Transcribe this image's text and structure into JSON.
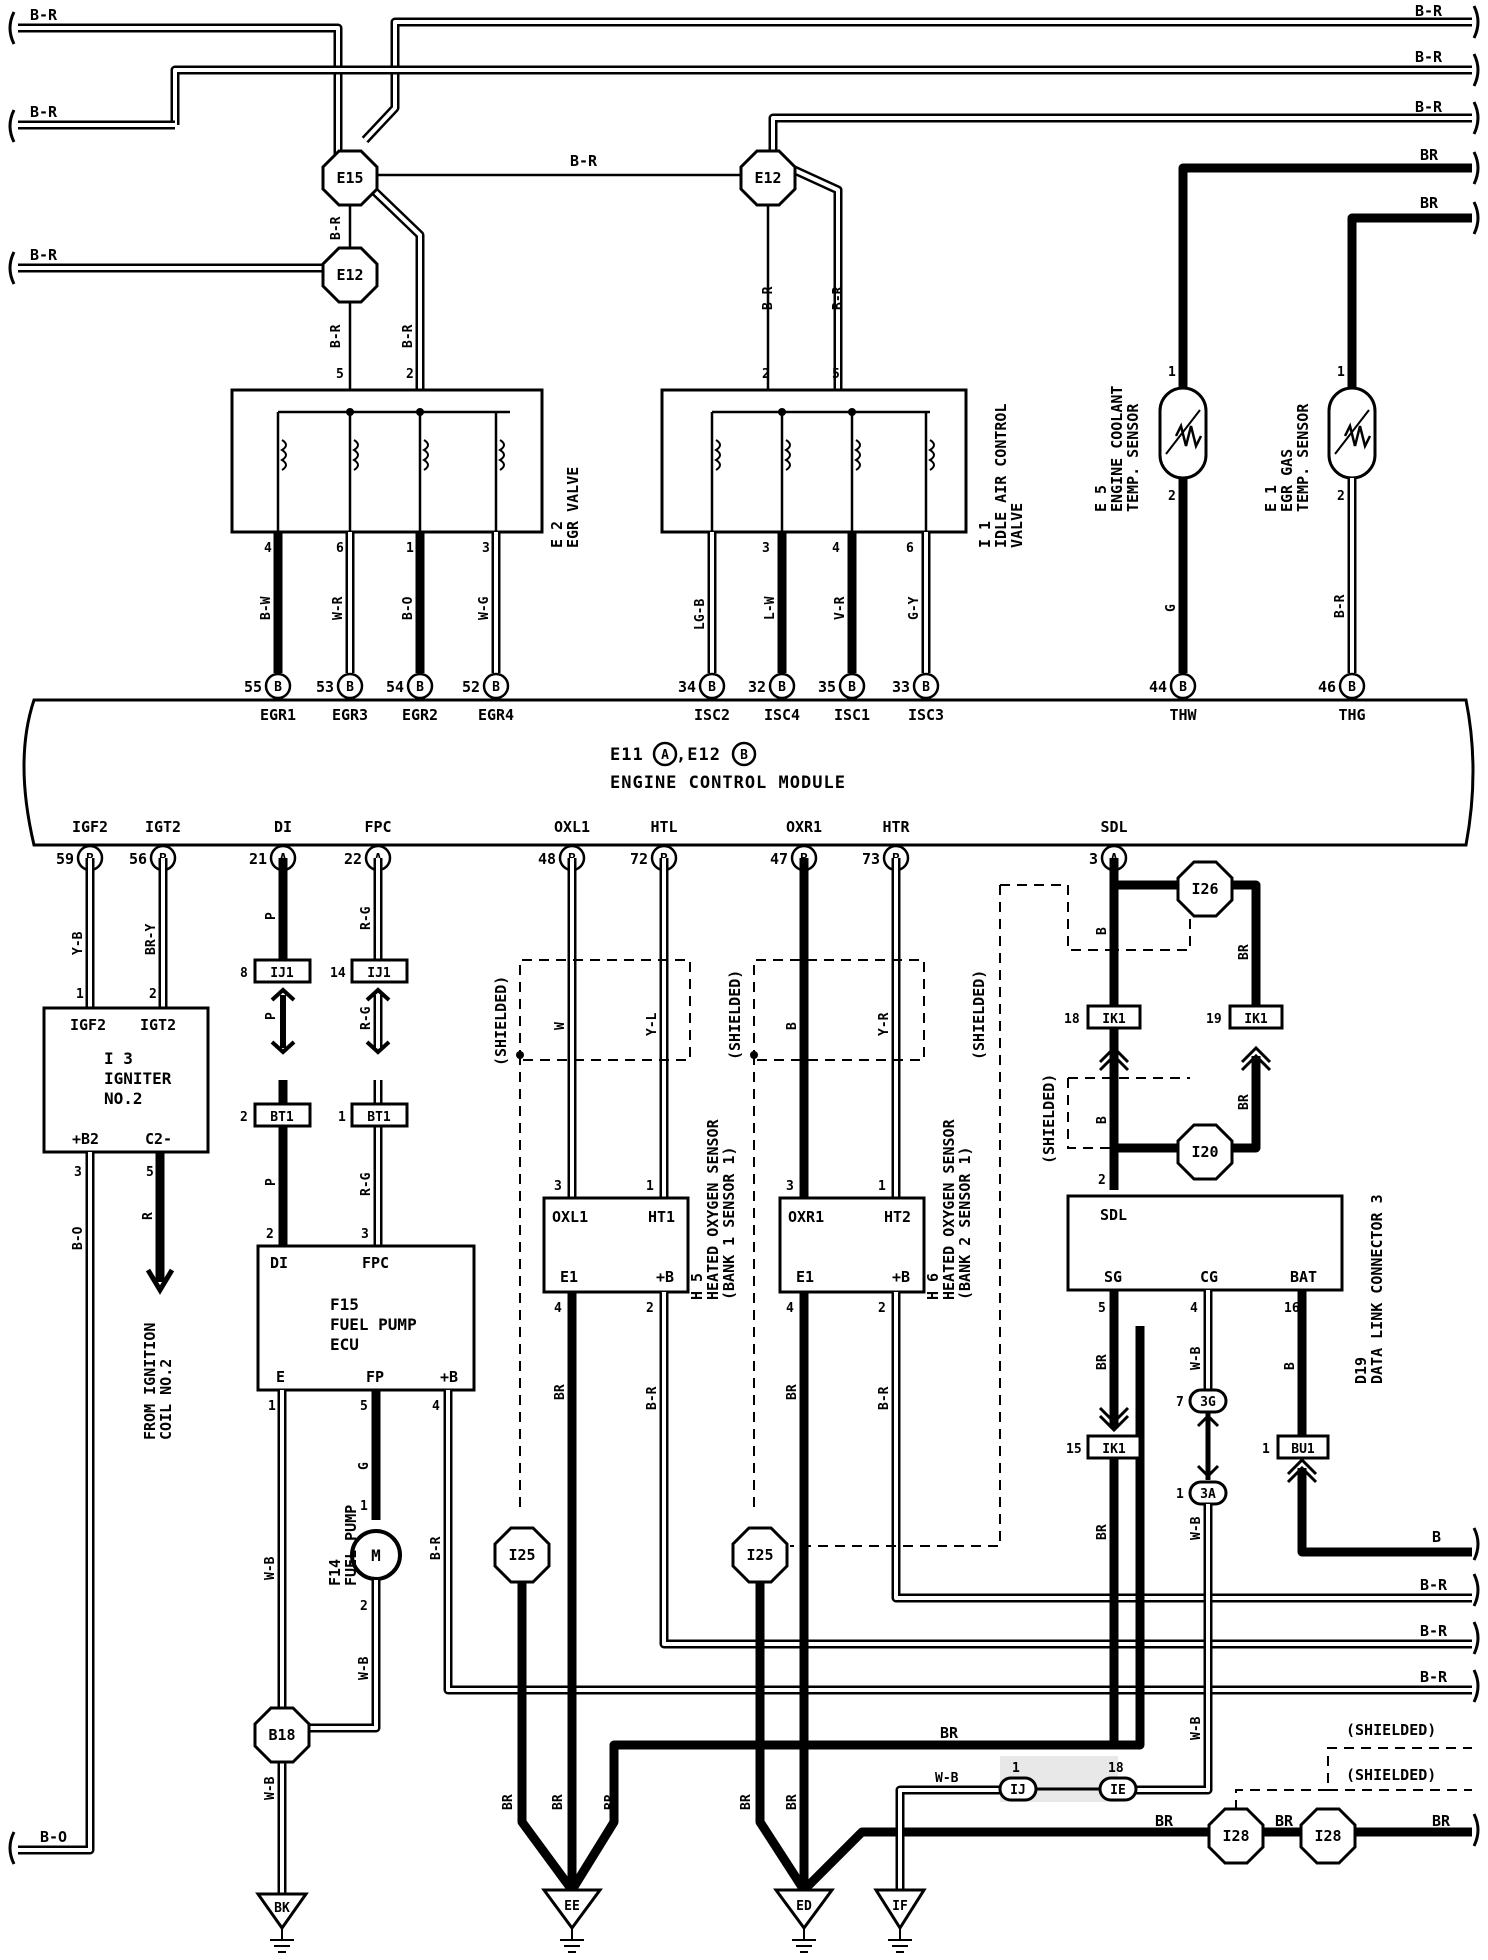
{
  "wire_colors": {
    "b_r": "B-R",
    "br": "BR",
    "b": "B",
    "b_o": "B-O",
    "b_w": "B-W",
    "w_r": "W-R",
    "w_g": "W-G",
    "lg_b": "LG-B",
    "l_w": "L-W",
    "v_r": "V-R",
    "g_y": "G-Y",
    "g": "G",
    "y_b": "Y-B",
    "br_y": "BR-Y",
    "r": "R",
    "p": "P",
    "r_g": "R-G",
    "w": "W",
    "y_l": "Y-L",
    "y_r": "Y-R",
    "w_b": "W-B"
  },
  "shielded": "(SHIELDED)",
  "splices": {
    "e15": "E15",
    "e12": "E12",
    "i26": "I26",
    "i20": "I20",
    "i25": "I25",
    "i28": "I28",
    "b18": "B18"
  },
  "grounds": {
    "bk": "BK",
    "ee": "EE",
    "ed": "ED",
    "if": "IF"
  },
  "ecm": {
    "line1_a": "E11",
    "line1_sep": ",E12",
    "conn_a": "A",
    "conn_b": "B",
    "line2": "ENGINE CONTROL MODULE",
    "top_terminals": [
      {
        "pin": "55",
        "conn": "B",
        "name": "EGR1"
      },
      {
        "pin": "53",
        "conn": "B",
        "name": "EGR3"
      },
      {
        "pin": "54",
        "conn": "B",
        "name": "EGR2"
      },
      {
        "pin": "52",
        "conn": "B",
        "name": "EGR4"
      },
      {
        "pin": "34",
        "conn": "B",
        "name": "ISC2"
      },
      {
        "pin": "32",
        "conn": "B",
        "name": "ISC4"
      },
      {
        "pin": "35",
        "conn": "B",
        "name": "ISC1"
      },
      {
        "pin": "33",
        "conn": "B",
        "name": "ISC3"
      },
      {
        "pin": "44",
        "conn": "B",
        "name": "THW"
      },
      {
        "pin": "46",
        "conn": "B",
        "name": "THG"
      }
    ],
    "bottom_terminals": [
      {
        "pin": "59",
        "conn": "B",
        "name": "IGF2"
      },
      {
        "pin": "56",
        "conn": "B",
        "name": "IGT2"
      },
      {
        "pin": "21",
        "conn": "A",
        "name": "DI"
      },
      {
        "pin": "22",
        "conn": "A",
        "name": "FPC"
      },
      {
        "pin": "48",
        "conn": "B",
        "name": "OXL1"
      },
      {
        "pin": "72",
        "conn": "B",
        "name": "HTL"
      },
      {
        "pin": "47",
        "conn": "B",
        "name": "OXR1"
      },
      {
        "pin": "73",
        "conn": "B",
        "name": "HTR"
      },
      {
        "pin": "3",
        "conn": "A",
        "name": "SDL"
      }
    ]
  },
  "components": {
    "egr_valve": {
      "id": "E 2",
      "name": "EGR VALVE",
      "pins_top": [
        "5",
        "2"
      ],
      "pins_bottom": [
        "4",
        "6",
        "1",
        "3"
      ]
    },
    "iac_valve": {
      "id": "I 1",
      "name": "IDLE AIR CONTROL",
      "name2": "VALVE",
      "pins_top": [
        "2",
        "5"
      ],
      "pins_bottom": [
        "3",
        "4",
        "6"
      ]
    },
    "coolant_sensor": {
      "id": "E 5",
      "name": "ENGINE COOLANT",
      "name2": "TEMP. SENSOR",
      "pin1": "1",
      "pin2": "2"
    },
    "egr_gas_sensor": {
      "id": "E 1",
      "name": "EGR GAS",
      "name2": "TEMP. SENSOR",
      "pin1": "1",
      "pin2": "2"
    },
    "igniter": {
      "id": "I 3",
      "name": "IGNITER",
      "name2": "NO.2",
      "t1": "IGF2",
      "t2": "IGT2",
      "t3": "+B2",
      "t4": "C2-",
      "pin1": "1",
      "pin2": "2",
      "pin3": "3",
      "pin5": "5"
    },
    "from_coil": {
      "l1": "FROM IGNITION",
      "l2": "COIL NO.2"
    },
    "fuel_pump_ecu": {
      "id": "F15",
      "name": "FUEL PUMP",
      "name2": "ECU",
      "t_di": "DI",
      "t_fpc": "FPC",
      "t_e": "E",
      "t_fp": "FP",
      "t_b": "+B",
      "pin2": "2",
      "pin3": "3",
      "pin1": "1",
      "pin5": "5",
      "pin4": "4"
    },
    "fuel_pump": {
      "id": "F14",
      "name": "FUEL PUMP",
      "motor": "M",
      "pin1": "1",
      "pin2": "2"
    },
    "o2_bank1": {
      "id": "H 5",
      "name": "HEATED OXYGEN SENSOR",
      "name2": "(BANK 1 SENSOR 1)",
      "t1": "OXL1",
      "t2": "HT1",
      "t3": "E1",
      "t4": "+B",
      "p3": "3",
      "p1": "1",
      "p4": "4",
      "p2": "2"
    },
    "o2_bank2": {
      "id": "H 6",
      "name": "HEATED OXYGEN SENSOR",
      "name2": "(BANK 2 SENSOR 1)",
      "t1": "OXR1",
      "t2": "HT2",
      "t3": "E1",
      "t4": "+B",
      "p3": "3",
      "p1": "1",
      "p4": "4",
      "p2": "2"
    },
    "dlc3": {
      "id": "D19",
      "name": "DATA LINK CONNECTOR 3",
      "t_sdl": "SDL",
      "t_sg": "SG",
      "t_cg": "CG",
      "t_bat": "BAT",
      "p2": "2",
      "p5": "5",
      "p4": "4",
      "p16": "16"
    }
  },
  "connectors": {
    "ij1_a": {
      "name": "IJ1",
      "pin": "8"
    },
    "ij1_b": {
      "name": "IJ1",
      "pin": "14"
    },
    "bt1_a": {
      "name": "BT1",
      "pin": "2"
    },
    "bt1_b": {
      "name": "BT1",
      "pin": "1"
    },
    "ik1_a": {
      "name": "IK1",
      "pin": "18"
    },
    "ik1_b": {
      "name": "IK1",
      "pin": "19"
    },
    "ik1_c": {
      "name": "IK1",
      "pin": "15"
    },
    "c3g": {
      "name": "3G",
      "pin": "7"
    },
    "c3a": {
      "name": "3A",
      "pin": "1"
    },
    "bu1": {
      "name": "BU1",
      "pin": "1"
    },
    "ij": {
      "name": "IJ",
      "pin": "1"
    },
    "ie": {
      "name": "IE",
      "pin": "18"
    }
  }
}
